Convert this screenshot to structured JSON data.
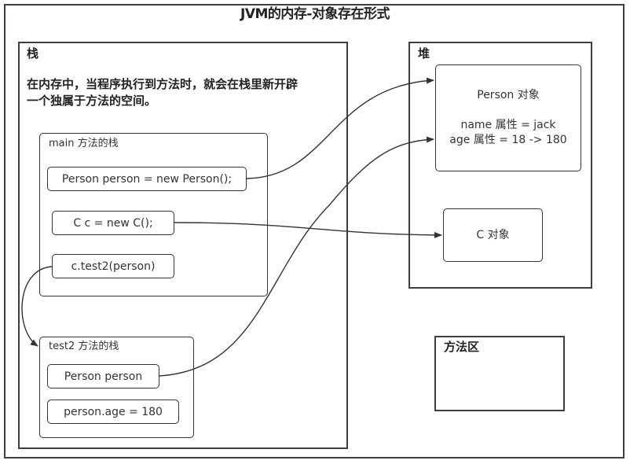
{
  "title": "JVM的内存-对象存在形式",
  "stack": {
    "header": "栈",
    "description_line1": "在内存中，当程序执行到方法时，就会在栈里新开辟",
    "description_line2": "一个独属于方法的空间。",
    "main_frame": {
      "label": "main 方法的栈",
      "statements": [
        "Person person = new Person();",
        "C c = new C();",
        "c.test2(person)"
      ]
    },
    "test2_frame": {
      "label": "test2 方法的栈",
      "statements": [
        "Person person",
        "person.age = 180"
      ]
    }
  },
  "heap": {
    "header": "堆",
    "person_object": {
      "title": "Person 对象",
      "name_attr": "name 属性 = jack",
      "age_attr": "age 属性 = 18 -> 180"
    },
    "c_object": {
      "title": "C 对象"
    }
  },
  "method_area": {
    "header": "方法区"
  },
  "connections": [
    {
      "from": "Person person = new Person();",
      "to": "Person 对象"
    },
    {
      "from": "C c = new C();",
      "to": "C 对象"
    },
    {
      "from": "c.test2(person)",
      "to": "test2 方法的栈"
    },
    {
      "from": "Person person",
      "to": "Person 对象"
    }
  ]
}
